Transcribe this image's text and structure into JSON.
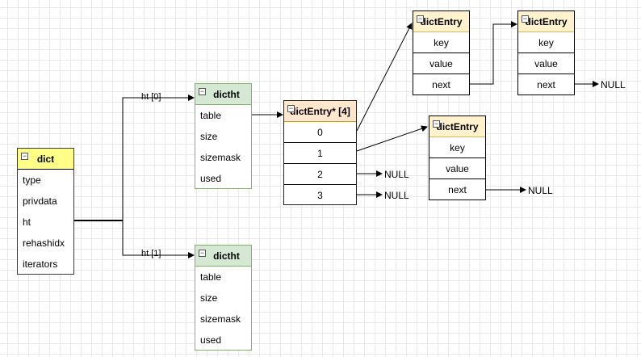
{
  "dict": {
    "title": "dict",
    "fields": [
      "type",
      "privdata",
      "ht",
      "rehashidx",
      "iterators"
    ]
  },
  "dictht0": {
    "title": "dictht",
    "fields": [
      "table",
      "size",
      "sizemask",
      "used"
    ]
  },
  "dictht1": {
    "title": "dictht",
    "fields": [
      "table",
      "size",
      "sizemask",
      "used"
    ]
  },
  "table": {
    "title": "dictEntry* [4]",
    "slots": [
      "0",
      "1",
      "2",
      "3"
    ]
  },
  "entry_a": {
    "title": "dictEntry",
    "fields": [
      "key",
      "value",
      "next"
    ]
  },
  "entry_b": {
    "title": "dictEntry",
    "fields": [
      "key",
      "value",
      "next"
    ]
  },
  "entry_c": {
    "title": "dictEntry",
    "fields": [
      "key",
      "value",
      "next"
    ]
  },
  "edge_labels": {
    "ht0": "ht [0]",
    "ht1": "ht [1]"
  },
  "null_label": "NULL",
  "colors": {
    "dict_header": "#ffff88",
    "dictht_header": "#d5e8d4",
    "table_header": "#ffe6cc",
    "entry_header": "#fff2cc"
  }
}
